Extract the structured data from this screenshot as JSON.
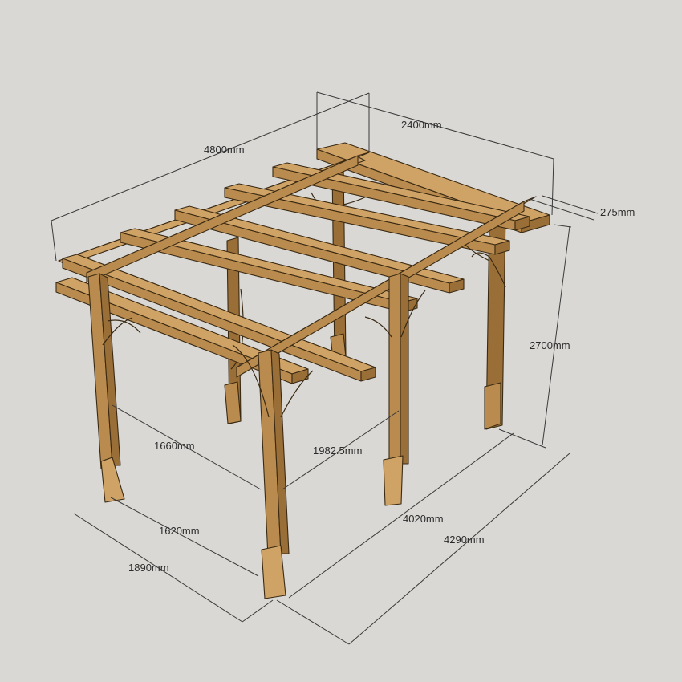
{
  "dimensions": {
    "width_overall": "4800mm",
    "depth_overall": "2400mm",
    "overhang": "275mm",
    "height": "2700mm",
    "inner_span_side": "1660mm",
    "inner_span_front": "1982.5mm",
    "post_spacing_long": "4020mm",
    "overall_length": "4290mm",
    "post_spacing_short": "1620mm",
    "overall_short": "1890mm"
  },
  "colors": {
    "background": "#d9d8d5",
    "timber": "#b98b4e",
    "outline": "#3a2a14",
    "dimension": "#3a3a3a"
  }
}
